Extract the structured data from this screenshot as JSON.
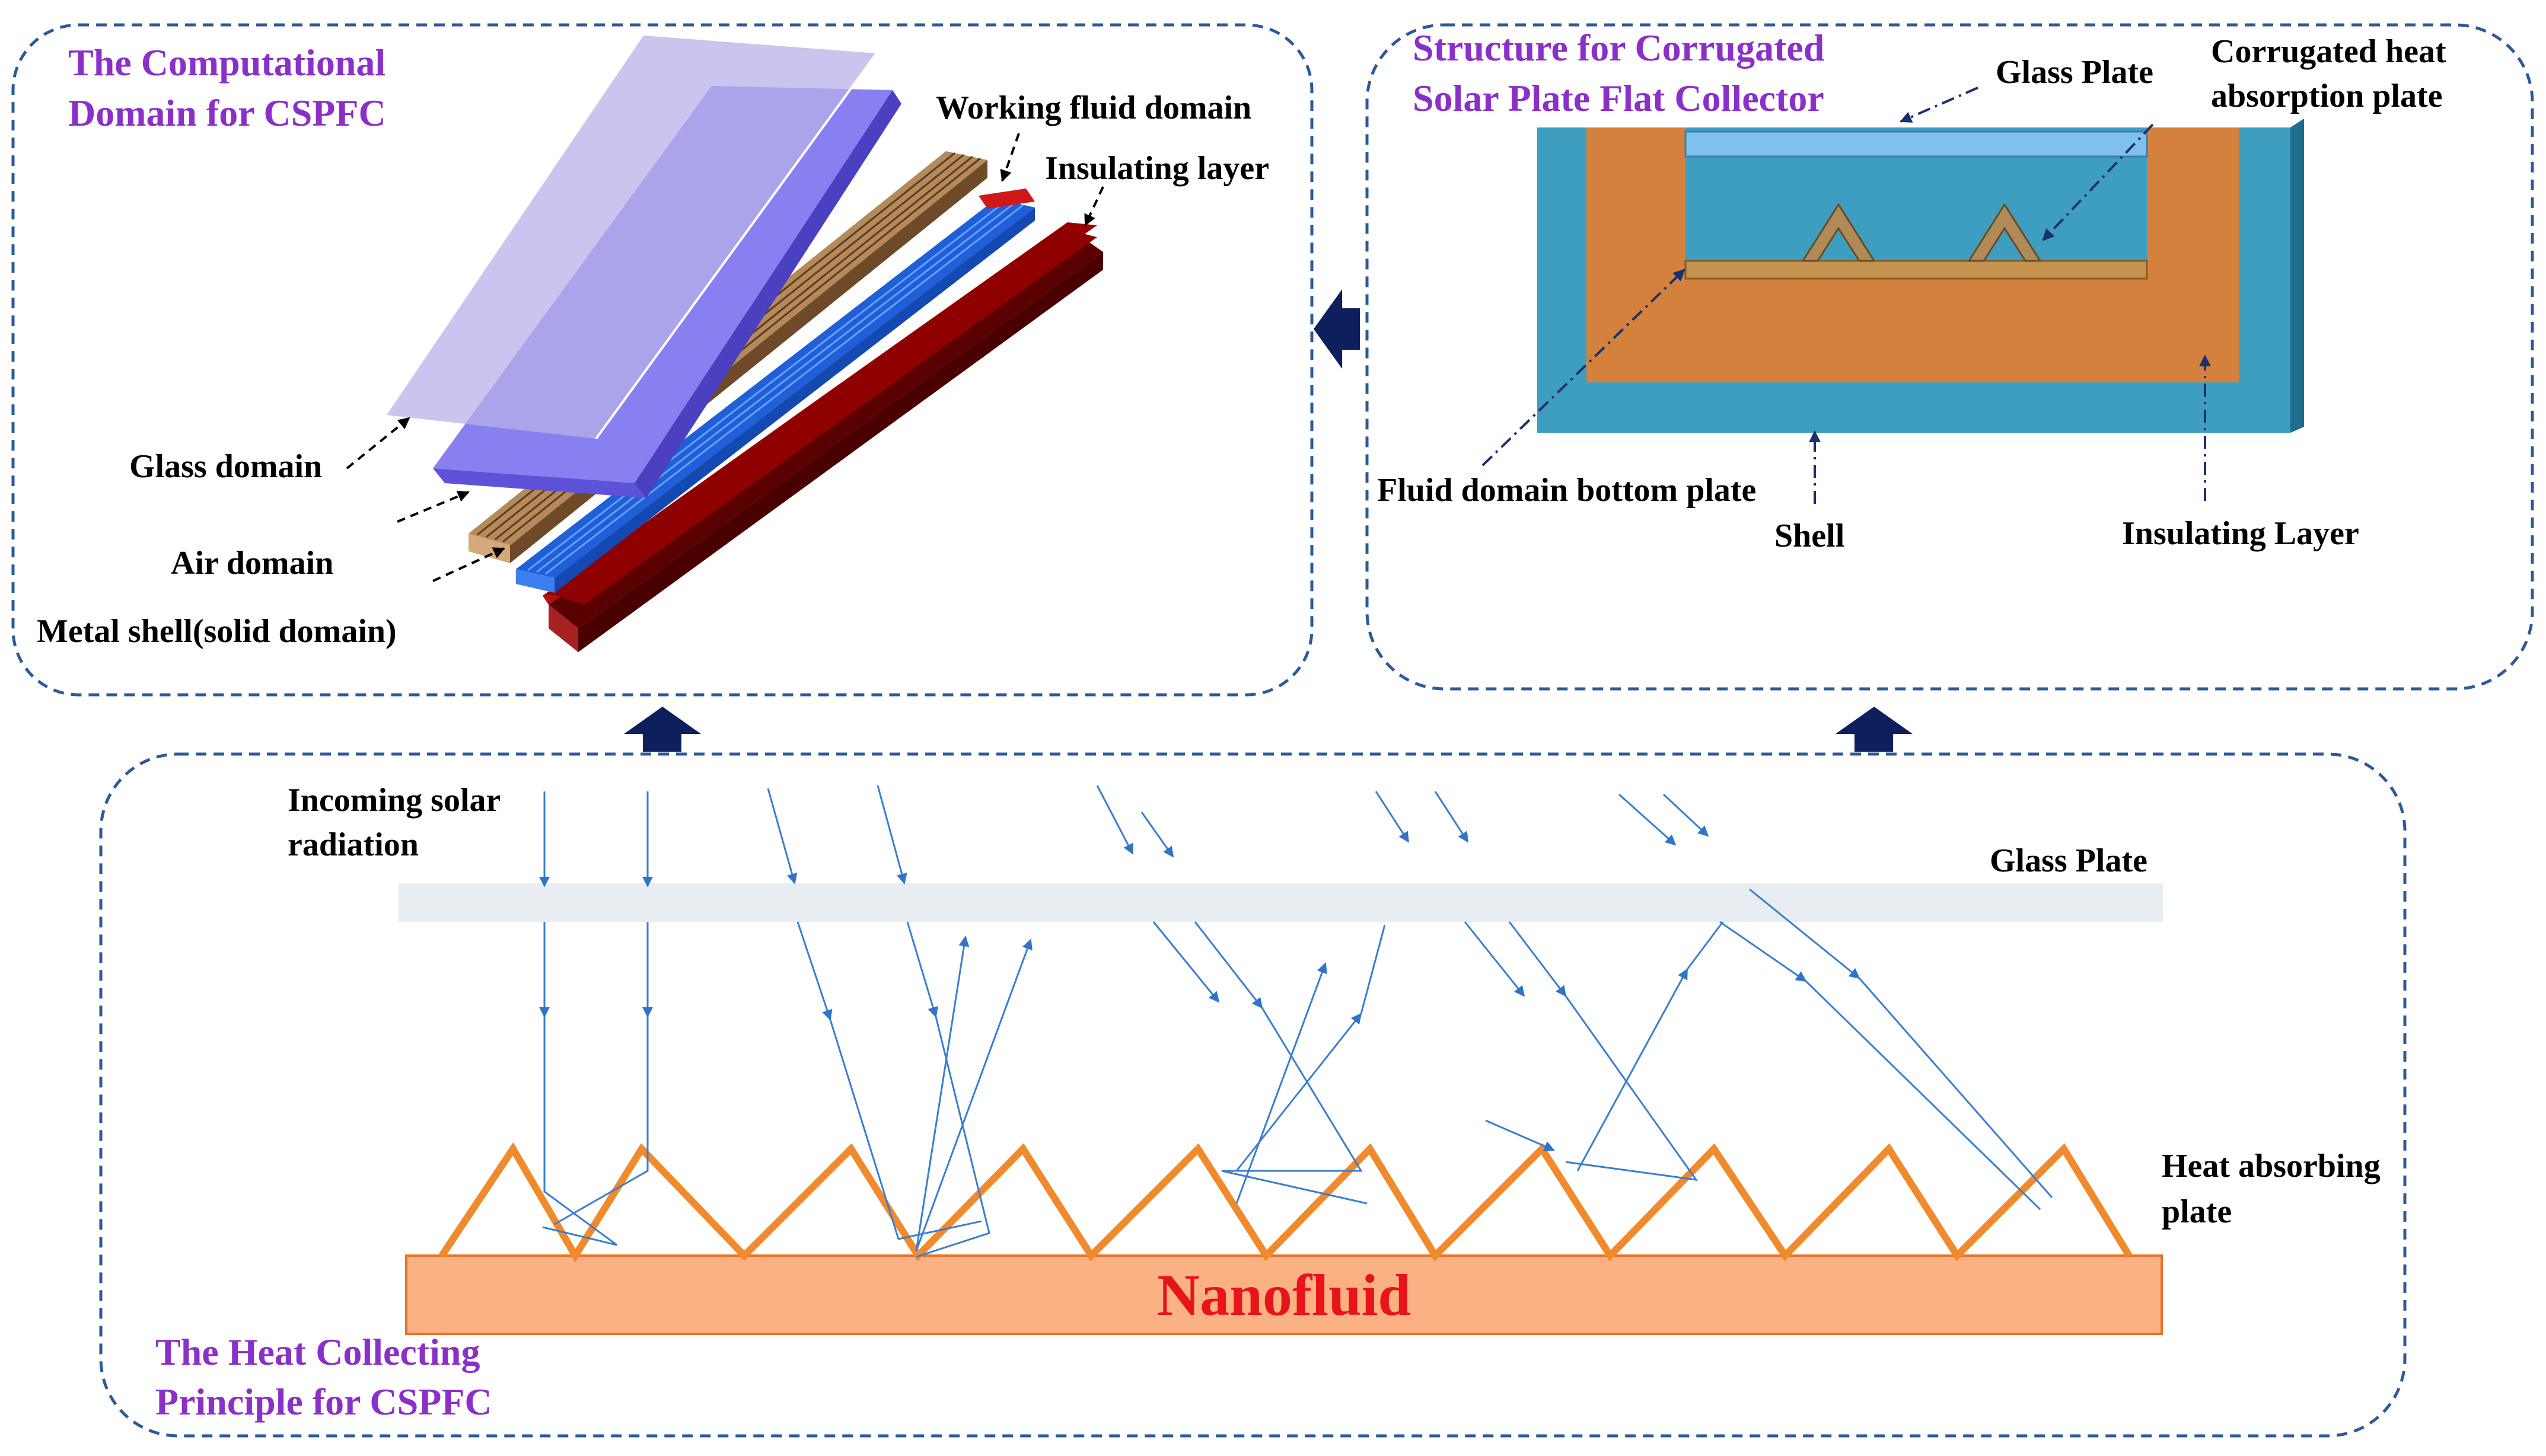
{
  "panels": {
    "computational": {
      "title_line1": "The Computational",
      "title_line2": "Domain for CSPFC",
      "labels": {
        "working_fluid": "Working fluid domain",
        "insulating": "Insulating layer",
        "glass": "Glass domain",
        "air": "Air domain",
        "metal_shell": "Metal shell(solid domain)"
      }
    },
    "structure": {
      "title_line1": "Structure for Corrugated",
      "title_line2": "Solar Plate Flat Collector",
      "labels": {
        "glass_plate": "Glass Plate",
        "corrugated_line1": "Corrugated heat",
        "corrugated_line2": "absorption plate",
        "fluid_bottom": "Fluid domain bottom plate",
        "shell": "Shell",
        "insulating": "Insulating Layer"
      }
    },
    "principle": {
      "title_line1": "The Heat Collecting",
      "title_line2": "Principle for CSPFC",
      "labels": {
        "incoming_line1": "Incoming solar",
        "incoming_line2": "radiation",
        "glass_plate": "Glass Plate",
        "heat_line1": "Heat absorbing",
        "heat_line2": "plate",
        "nanofluid": "Nanofluid"
      }
    }
  },
  "colors": {
    "panel_border": "#2a5a9a",
    "title": "#8b2fc9",
    "arrow": "#0d1f5c",
    "ray": "#3a7ed0",
    "corrugation": "#f08a2c",
    "nanofluid_fill": "#fbb184",
    "nanofluid_text": "#e8141c",
    "shell": "#3e9ec0",
    "insulation": "#d4813e",
    "glass": "#7fc0ec"
  }
}
